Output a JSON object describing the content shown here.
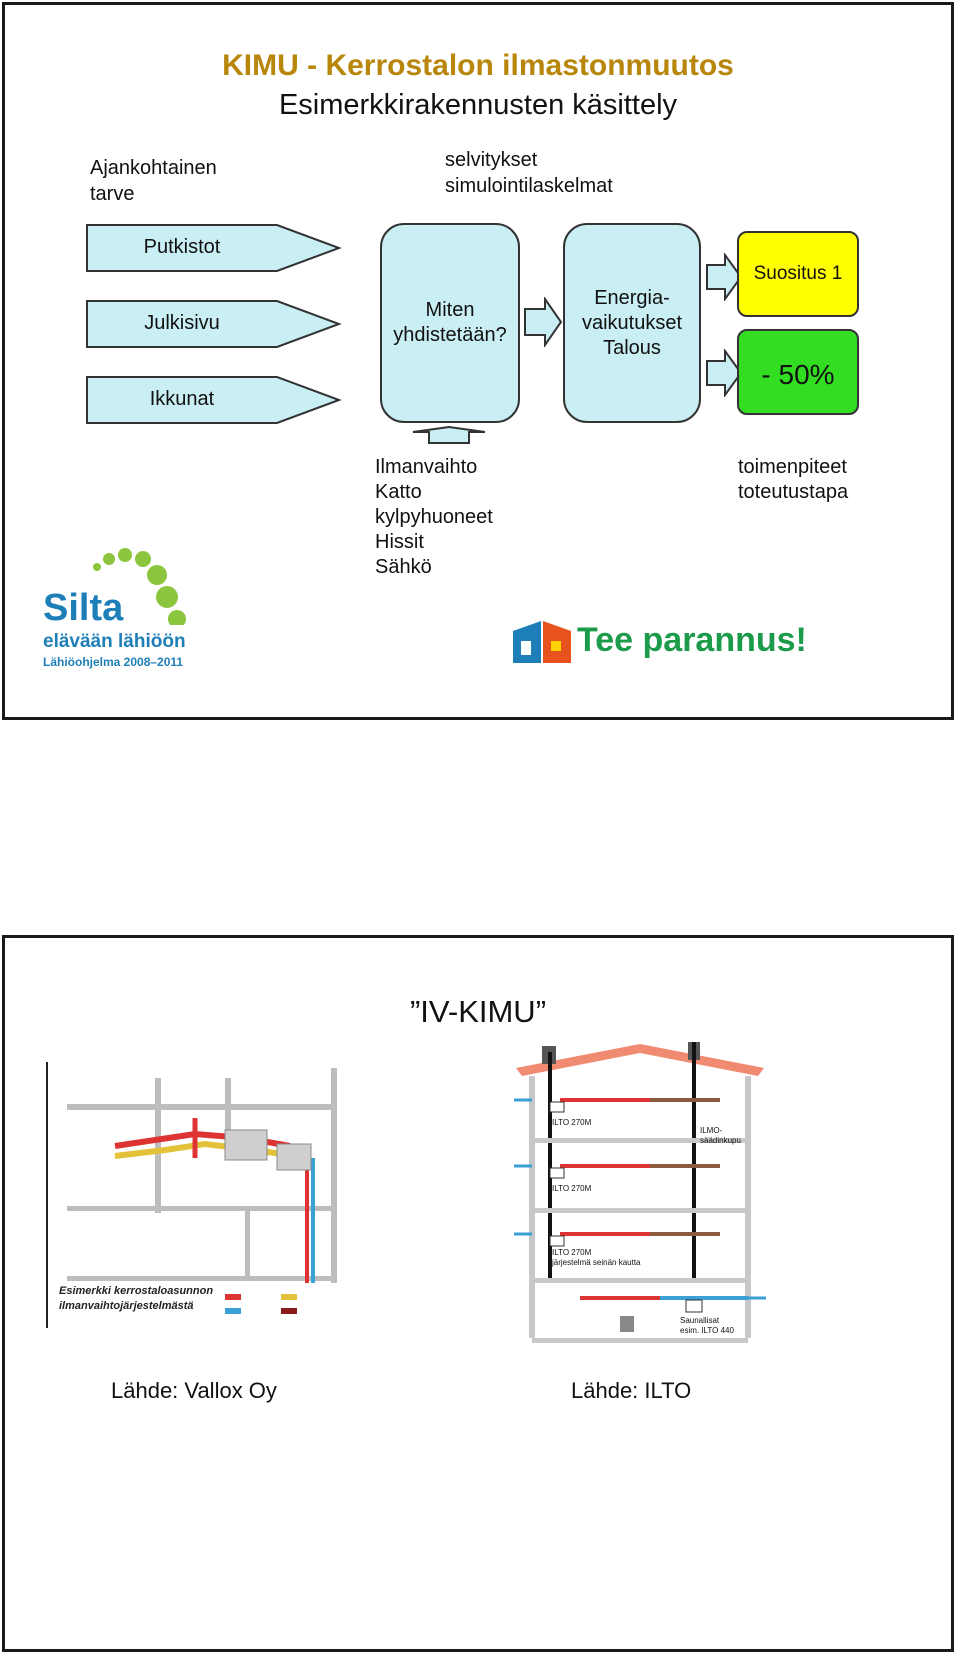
{
  "slide1": {
    "title": "KIMU - Kerrostalon ilmastonmuutos",
    "subtitle": "Esimerkkirakennusten käsittely",
    "left_header": "Ajankohtainen\ntarve",
    "center_header": "selvitykset\nsimulointilaskelmat",
    "inputs": [
      "Putkistot",
      "Julkisivu",
      "Ikkunat"
    ],
    "combine_box": "Miten\nyhdistetään?",
    "energy_box": "Energia-\nvaikutukset\nTalous",
    "recommendation": "Suositus 1",
    "reduction": "- 50%",
    "bottom_list": "Ilmanvaihto\nKatto\nkylpyhuoneet\nHissit\nSähkö",
    "right_list": "toimenpiteet\ntoteutustapa",
    "logo_silta": {
      "line1": "Silta",
      "line2": "elävään lähiöön",
      "line3": "Lähiöohjelma 2008–2011"
    },
    "logo_tee": "Tee parannus!",
    "colors": {
      "title": "#b8860b",
      "box_fill": "#c9eef3",
      "yellow": "#ffff00",
      "green": "#33dd22"
    }
  },
  "slide2": {
    "title": "”IV-KIMU”",
    "plan_caption": "Esimerkki kerrostaloasunnon\nilmanvaihtojärjestelmästä",
    "building_labels": [
      "ILTO 270M",
      "ILMO-\nsäädinkupu",
      "ILTO 270M",
      "ILTO 270M\njärjestelmä seinän kautta",
      "Saunallisat\nesim. ILTO 440"
    ],
    "source_left": "Lähde: Vallox Oy",
    "source_right": "Lähde: ILTO"
  }
}
